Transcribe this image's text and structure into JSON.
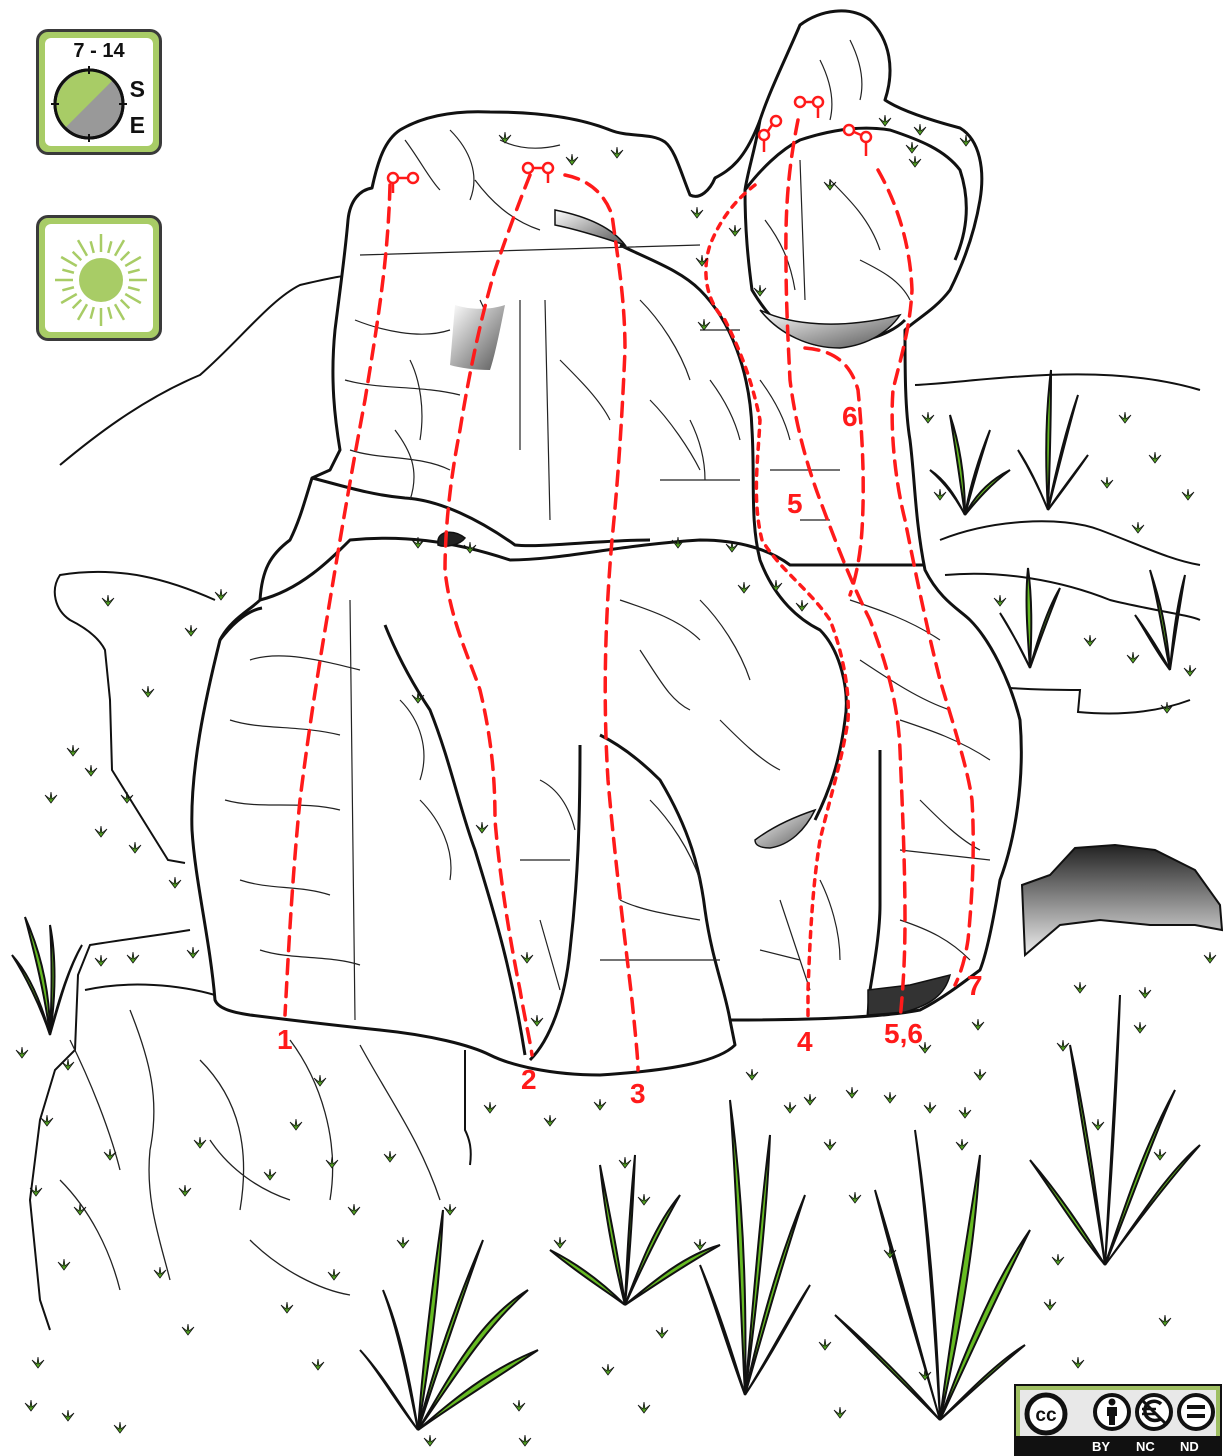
{
  "topo": {
    "exposure": {
      "hours": "7 - 14",
      "directions": [
        "S",
        "E"
      ],
      "icon": "clock-half-shaded-icon"
    },
    "sun": {
      "icon": "sun-icon"
    },
    "routes": [
      {
        "label": "1"
      },
      {
        "label": "2"
      },
      {
        "label": "3"
      },
      {
        "label": "4"
      },
      {
        "label": "5"
      },
      {
        "label": "5,6"
      },
      {
        "label": "6"
      },
      {
        "label": "7"
      }
    ]
  },
  "license": {
    "icons": [
      "cc-icon",
      "attribution-icon",
      "noncommercial-euro-icon",
      "no-derivatives-icon"
    ],
    "cc_text": "cc",
    "terms": [
      "BY",
      "NC",
      "ND"
    ]
  },
  "colors": {
    "route": "#ff1a1a",
    "grass": "#66bb22",
    "badge": "#a8cc66",
    "outline": "#111111"
  }
}
